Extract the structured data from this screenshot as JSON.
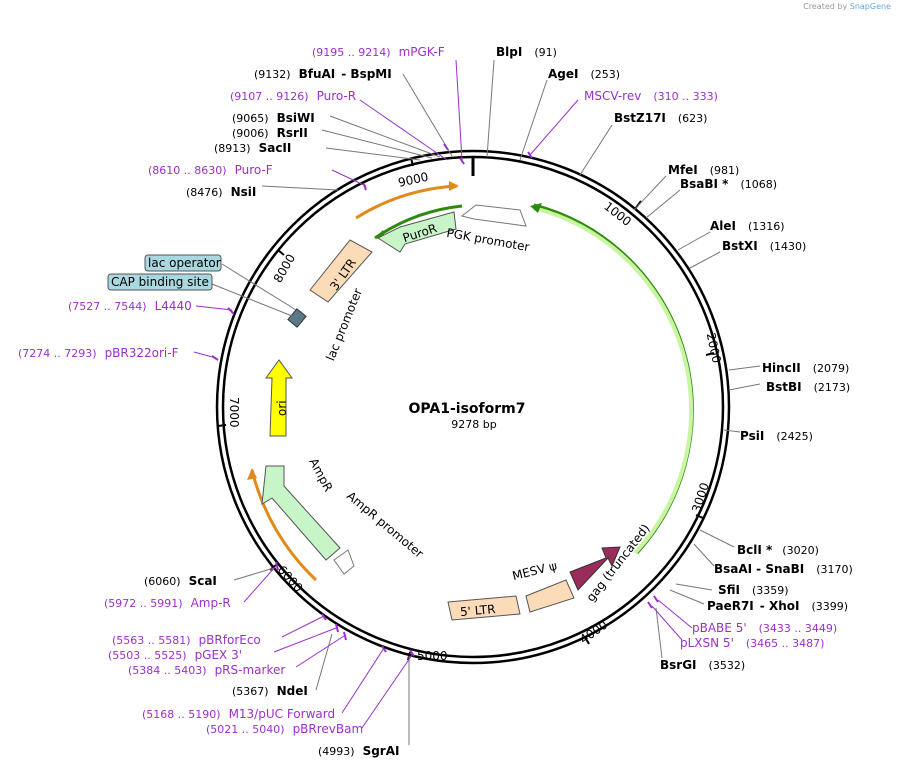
{
  "credit": {
    "prefix": "Created by",
    "brand": "SnapGene"
  },
  "title": "OPA1-isoform7",
  "length": "9278 bp",
  "ticks": [
    "1000",
    "2000",
    "3000",
    "4000",
    "5000",
    "6000",
    "7000",
    "8000",
    "9000"
  ],
  "enzymes": [
    {
      "name": "BlpI",
      "pos": "(91)"
    },
    {
      "name": "AgeI",
      "pos": "(253)"
    },
    {
      "name": "BstZ17I",
      "pos": "(623)"
    },
    {
      "name": "MfeI",
      "pos": "(981)"
    },
    {
      "name": "BsaBI *",
      "pos": "(1068)"
    },
    {
      "name": "AleI",
      "pos": "(1316)"
    },
    {
      "name": "BstXI",
      "pos": "(1430)"
    },
    {
      "name": "HincII",
      "pos": "(2079)"
    },
    {
      "name": "BstBI",
      "pos": "(2173)"
    },
    {
      "name": "PsiI",
      "pos": "(2425)"
    },
    {
      "name": "BclI *",
      "pos": "(3020)"
    },
    {
      "name": "BsaAI",
      "name2": "SnaBI",
      "pos": "(3170)"
    },
    {
      "name": "SfiI",
      "pos": "(3359)"
    },
    {
      "name": "PaeR7I",
      "name2": "XhoI",
      "pos": "(3399)"
    },
    {
      "name": "BsrGI",
      "pos": "(3532)"
    },
    {
      "name": "SgrAI",
      "pos": "(4993)"
    },
    {
      "name": "NdeI",
      "pos": "(5367)"
    },
    {
      "name": "ScaI",
      "pos": "(6060)"
    },
    {
      "name": "NsiI",
      "pos": "(8476)"
    },
    {
      "name": "SacII",
      "pos": "(8913)"
    },
    {
      "name": "RsrII",
      "pos": "(9006)"
    },
    {
      "name": "BsiWI",
      "pos": "(9065)"
    },
    {
      "name": "BfuAI",
      "name2": "BspMI",
      "pos": "(9132)"
    }
  ],
  "primers": [
    {
      "name": "mPGK-F",
      "pos": "(9195 .. 9214)"
    },
    {
      "name": "MSCV-rev",
      "pos": "(310 .. 333)"
    },
    {
      "name": "Puro-R",
      "pos": "(9107 .. 9126)"
    },
    {
      "name": "Puro-F",
      "pos": "(8610 .. 8630)"
    },
    {
      "name": "L4440",
      "pos": "(7527 .. 7544)"
    },
    {
      "name": "pBR322ori-F",
      "pos": "(7274 .. 7293)"
    },
    {
      "name": "pBABE 5'",
      "pos": "(3433 .. 3449)"
    },
    {
      "name": "pLXSN 5'",
      "pos": "(3465 .. 3487)"
    },
    {
      "name": "Amp-R",
      "pos": "(5972 .. 5991)"
    },
    {
      "name": "pBRforEco",
      "pos": "(5563 .. 5581)"
    },
    {
      "name": "pGEX 3'",
      "pos": "(5503 .. 5525)"
    },
    {
      "name": "pRS-marker",
      "pos": "(5384 .. 5403)"
    },
    {
      "name": "M13/pUC Forward",
      "pos": "(5168 .. 5190)"
    },
    {
      "name": "pBRrevBam",
      "pos": "(5021 .. 5040)"
    }
  ],
  "features": {
    "puror": "PuroR",
    "pgk": "PGK promoter",
    "ltr3": "3' LTR",
    "lac_promoter": "lac promoter",
    "ori": "ori",
    "ampr": "AmpR",
    "ampr_promoter": "AmpR promoter",
    "ltr5": "5' LTR",
    "mesv": "MESV ψ",
    "gag": "gag (truncated)",
    "lac_operator": "lac operator",
    "cap_site": "CAP binding site"
  },
  "colors": {
    "primer": "#9b30c9",
    "orf_green": "#2f8a10",
    "orf_orange": "#e08a1a",
    "puror_fill": "#c8f5c8",
    "ltr_fill": "#fcdcb8",
    "ori_fill": "#ffff00",
    "gag_fill": "#9a2c5c",
    "label_box": "#a8d8e0"
  }
}
